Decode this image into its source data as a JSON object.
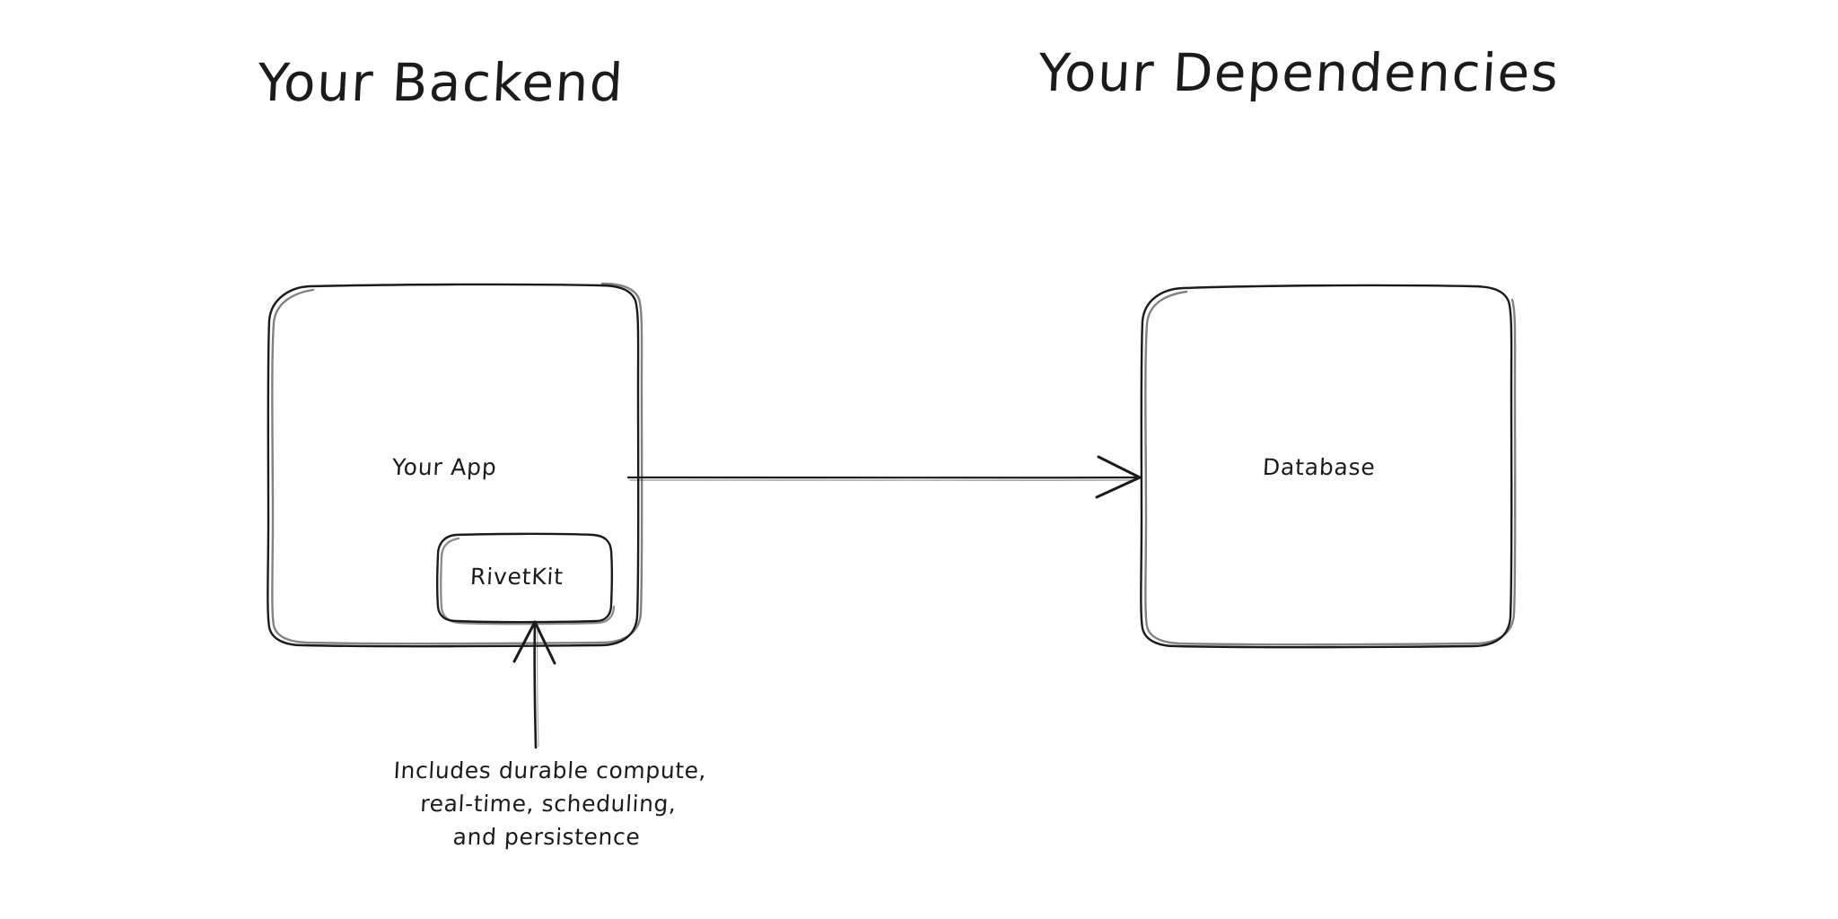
{
  "diagram": {
    "type": "architecture-diagram",
    "style": "hand-drawn-sketch",
    "background_color": "#ffffff",
    "stroke_color": "#1b1b1b",
    "text_color": "#1b1b1b",
    "groups": [
      {
        "id": "backend",
        "title": "Your Backend"
      },
      {
        "id": "dependencies",
        "title": "Your Dependencies"
      }
    ],
    "nodes": [
      {
        "id": "your-app",
        "label": "Your App",
        "group": "backend"
      },
      {
        "id": "rivetkit",
        "label": "RivetKit",
        "group": "backend",
        "parent": "your-app"
      },
      {
        "id": "database",
        "label": "Database",
        "group": "dependencies"
      }
    ],
    "edges": [
      {
        "id": "app-to-database",
        "from": "your-app",
        "to": "database",
        "direction": "right",
        "arrowhead": "open-v"
      },
      {
        "id": "caption-to-rivetkit",
        "from": "caption",
        "to": "rivetkit",
        "direction": "up",
        "arrowhead": "open-v"
      }
    ],
    "annotation": {
      "id": "rivetkit-caption",
      "lines": [
        "Includes durable compute,",
        "real-time, scheduling,",
        "and persistence"
      ]
    }
  }
}
